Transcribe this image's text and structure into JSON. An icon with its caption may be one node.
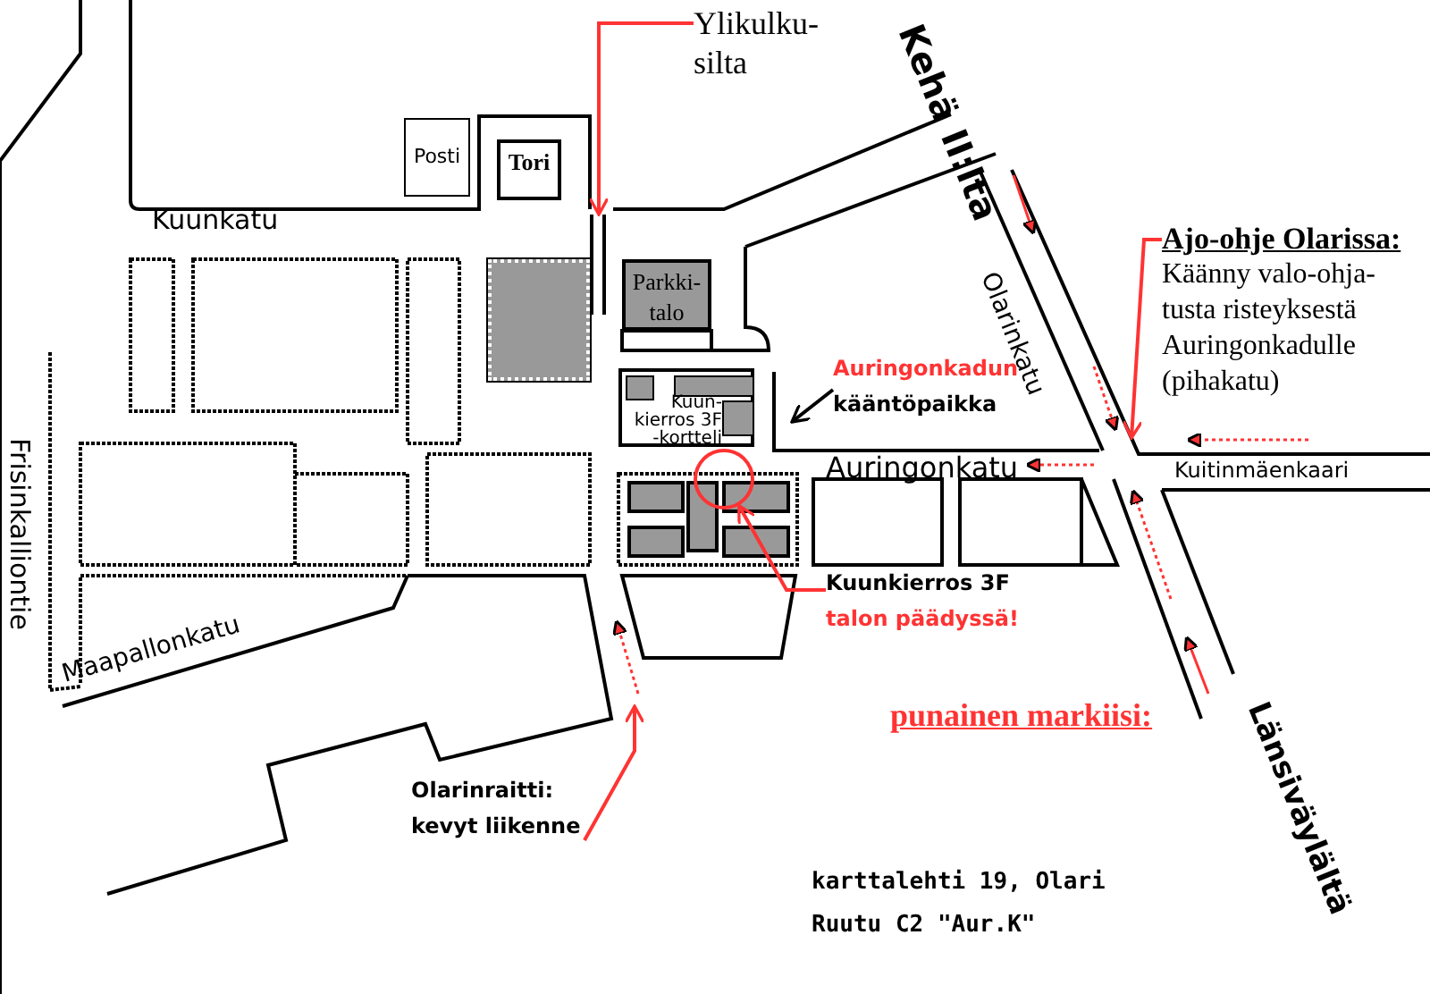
{
  "diagram": {
    "nodes": [
      {
        "text": [
          "Ylikulku- silta"
        ]
      },
      {
        "text": [
          "Posti"
        ]
      },
      {
        "text": [
          "Tori"
        ]
      },
      {
        "text": [],
        "shape": "box"
      },
      {
        "text": [
          "Parkki- talo"
        ]
      },
      {
        "text": [
          "Kuun- kierros 3F -kortteli"
        ]
      },
      {
        "text": [
          "Auringonkadun",
          "kääntöpaikka"
        ]
      },
      {
        "text": [],
        "shape": "circle"
      },
      {
        "text": [
          "Kuunkierros 3F",
          "talon päädyssä!"
        ]
      },
      {
        "text": [
          "Ajo-ohje Olarissa:",
          "Käänny valo-ohja- tusta risteyksestä Auringonkadulle (pihakatu)"
        ]
      },
      {
        "text": [
          "Olarinraitti: kevyt liikenne"
        ]
      },
      {
        "text": [],
        "shape": "bar"
      }
    ],
    "edges": [
      {
        "from": 0,
        "to": 11,
        "arrow": "to"
      },
      {
        "from": 6,
        "to": null,
        "arrow": "to",
        "color": "#000000"
      },
      {
        "from": 8,
        "to": 7,
        "arrow": "to"
      },
      {
        "from": 9,
        "to": null,
        "arrow": "to"
      },
      {
        "from": 10,
        "to": null,
        "arrow": "to"
      }
    ],
    "labels": [
      "Kehä II:lta",
      "Kuunkatu",
      "Olarinkatu",
      "Auringonkatu",
      "Kuitinmäenkaari",
      "Frisinkalliontie",
      "Maapallonkatu",
      "punainen markiisi:",
      "Länsiväylältä",
      "karttalehti 19, Olari",
      "Ruutu C2 \"Aur.K\""
    ]
  }
}
